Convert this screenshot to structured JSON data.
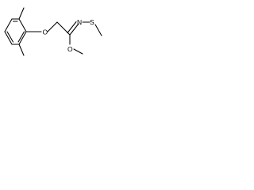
{
  "molecule": {
    "atoms": {
      "ether_oxygen": "O",
      "imine_nitrogen": "N",
      "thio_sulfur": "S",
      "methoxy_oxygen": "O"
    }
  }
}
